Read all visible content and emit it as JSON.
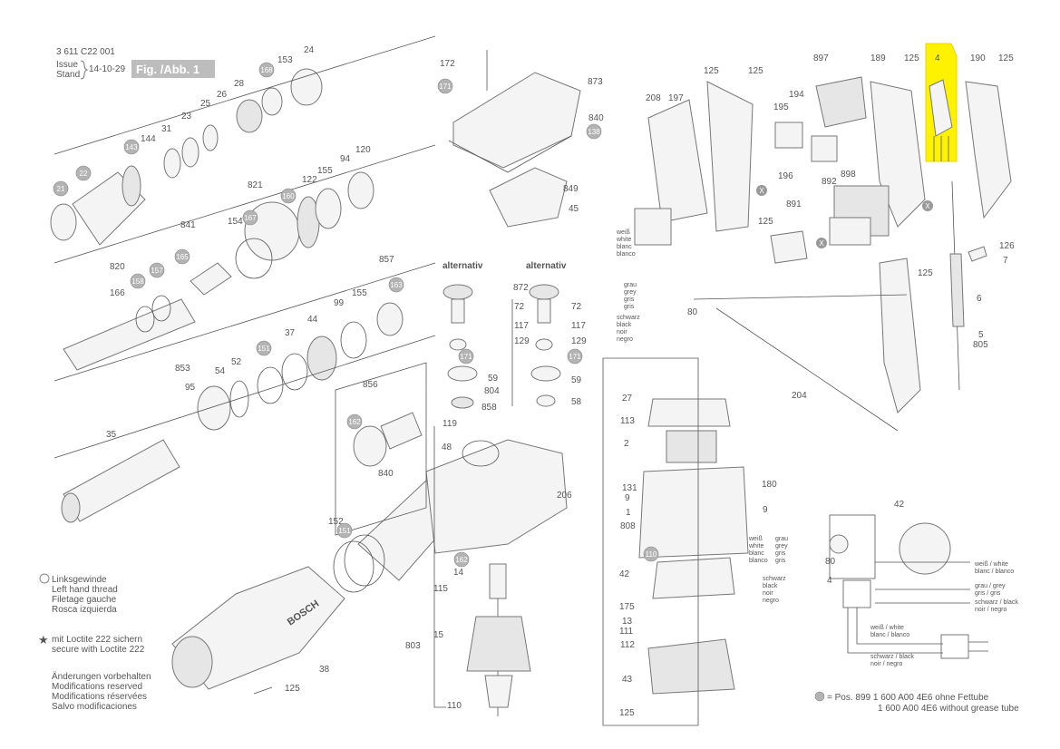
{
  "header": {
    "doc_number": "3 611 C22 001",
    "issue_label": "Issue",
    "stand_label": "Stand",
    "date": "14-10-29",
    "fig_label": "Fig. /Abb. 1"
  },
  "highlight": {
    "part": "4",
    "color": "#FFF200"
  },
  "colors": {
    "line": "#555555",
    "bubble": "#B3B3B3",
    "highlight": "#FFF200"
  },
  "alternativ": [
    "alternativ",
    "alternativ"
  ],
  "callouts": [
    {
      "n": "24"
    },
    {
      "n": "153"
    },
    {
      "n": "26"
    },
    {
      "n": "28"
    },
    {
      "n": "25"
    },
    {
      "n": "23"
    },
    {
      "n": "31"
    },
    {
      "n": "144"
    },
    {
      "n": "94"
    },
    {
      "n": "120"
    },
    {
      "n": "155"
    },
    {
      "n": "122"
    },
    {
      "n": "821"
    },
    {
      "n": "154"
    },
    {
      "n": "841"
    },
    {
      "n": "820"
    },
    {
      "n": "166"
    },
    {
      "n": "857"
    },
    {
      "n": "155"
    },
    {
      "n": "99"
    },
    {
      "n": "44"
    },
    {
      "n": "37"
    },
    {
      "n": "853"
    },
    {
      "n": "95"
    },
    {
      "n": "54"
    },
    {
      "n": "52"
    },
    {
      "n": "35"
    },
    {
      "n": "856"
    },
    {
      "n": "840"
    },
    {
      "n": "152"
    },
    {
      "n": "38"
    },
    {
      "n": "125"
    },
    {
      "n": "172"
    },
    {
      "n": "873"
    },
    {
      "n": "840"
    },
    {
      "n": "849"
    },
    {
      "n": "45"
    },
    {
      "n": "872"
    },
    {
      "n": "72"
    },
    {
      "n": "117"
    },
    {
      "n": "129"
    },
    {
      "n": "59"
    },
    {
      "n": "804"
    },
    {
      "n": "858"
    },
    {
      "n": "72"
    },
    {
      "n": "117"
    },
    {
      "n": "129"
    },
    {
      "n": "59"
    },
    {
      "n": "58"
    },
    {
      "n": "119"
    },
    {
      "n": "48"
    },
    {
      "n": "206"
    },
    {
      "n": "14"
    },
    {
      "n": "115"
    },
    {
      "n": "15"
    },
    {
      "n": "803"
    },
    {
      "n": "110"
    },
    {
      "n": "125"
    },
    {
      "n": "125"
    },
    {
      "n": "897"
    },
    {
      "n": "189"
    },
    {
      "n": "125"
    },
    {
      "n": "4"
    },
    {
      "n": "190"
    },
    {
      "n": "125"
    },
    {
      "n": "208"
    },
    {
      "n": "197"
    },
    {
      "n": "194"
    },
    {
      "n": "195"
    },
    {
      "n": "196"
    },
    {
      "n": "892"
    },
    {
      "n": "898"
    },
    {
      "n": "125"
    },
    {
      "n": "891"
    },
    {
      "n": "126"
    },
    {
      "n": "7"
    },
    {
      "n": "125"
    },
    {
      "n": "6"
    },
    {
      "n": "5"
    },
    {
      "n": "805"
    },
    {
      "n": "80"
    },
    {
      "n": "204"
    },
    {
      "n": "27"
    },
    {
      "n": "113"
    },
    {
      "n": "2"
    },
    {
      "n": "180"
    },
    {
      "n": "131"
    },
    {
      "n": "9"
    },
    {
      "n": "9"
    },
    {
      "n": "1"
    },
    {
      "n": "808"
    },
    {
      "n": "42"
    },
    {
      "n": "175"
    },
    {
      "n": "13"
    },
    {
      "n": "111"
    },
    {
      "n": "112"
    },
    {
      "n": "43"
    },
    {
      "n": "125"
    },
    {
      "n": "42"
    },
    {
      "n": "80"
    },
    {
      "n": "4"
    }
  ],
  "bubbles": [
    {
      "n": "168"
    },
    {
      "n": "143"
    },
    {
      "n": "21"
    },
    {
      "n": "22"
    },
    {
      "n": "167"
    },
    {
      "n": "160"
    },
    {
      "n": "165"
    },
    {
      "n": "158"
    },
    {
      "n": "157"
    },
    {
      "n": "163"
    },
    {
      "n": "151"
    },
    {
      "n": "162"
    },
    {
      "n": "151"
    },
    {
      "n": "171"
    },
    {
      "n": "138"
    },
    {
      "n": "171"
    },
    {
      "n": "171"
    },
    {
      "n": "162"
    },
    {
      "n": "110"
    }
  ],
  "markers": [
    "X",
    "X",
    "X"
  ],
  "wire_labels": {
    "left_white": [
      "weiß",
      "white",
      "blanc",
      "blanco"
    ],
    "left_grey": [
      "grau",
      "grey",
      "gris",
      "gris"
    ],
    "left_black": [
      "schwarz",
      "black",
      "noir",
      "negro"
    ],
    "motor_white": [
      "weiß",
      "white",
      "blanc",
      "blanco"
    ],
    "motor_grey": [
      "grau",
      "grey",
      "gris",
      "gris"
    ],
    "motor_black": [
      "schwarz",
      "black",
      "noir",
      "negro"
    ],
    "wd_white": "weiß / white",
    "wd_white2": "blanc / blanco",
    "wd_grey": "grau / grey",
    "wd_grey2": "gris / gris",
    "wd_black": "schwarz / black",
    "wd_black2": "noir / negro",
    "wd_white_b": "weiß / white",
    "wd_white_b2": "blanc / blanco",
    "wd_black_b": "schwarz / black",
    "wd_black_b2": "noir / negro"
  },
  "legend": {
    "left_hand": [
      "Linksgewinde",
      "Left hand thread",
      "Filetage gauche",
      "Rosca izquierda"
    ],
    "loctite": [
      "mit Loctite 222 sichern",
      "secure with Loctite 222"
    ],
    "changes": [
      "Änderungen vorbehalten",
      "Modifications reserved",
      "Modifications réservées",
      "Salvo modificaciones"
    ],
    "grease_line1": "= Pos. 899  1 600 A00 4E6 ohne Fettube",
    "grease_line2": "1 600 A00 4E6 without grease tube"
  },
  "brand": "BOSCH"
}
